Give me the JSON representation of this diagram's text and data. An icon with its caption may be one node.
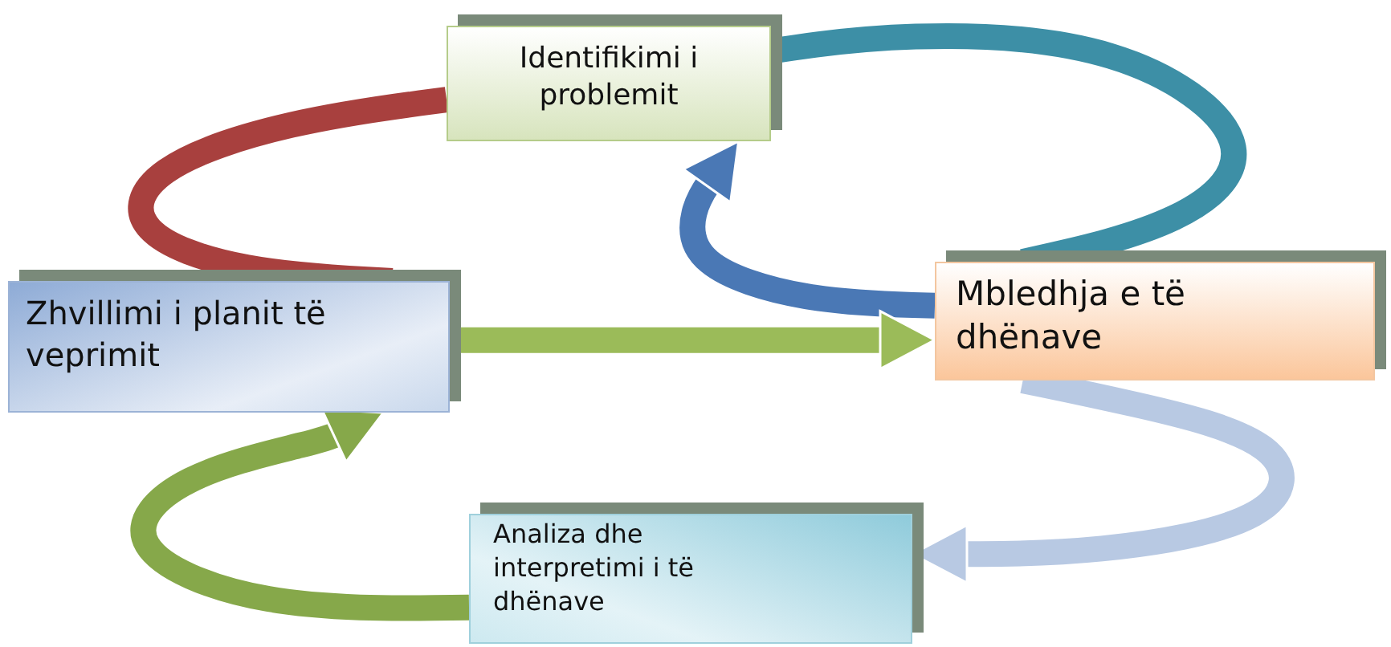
{
  "diagram": {
    "nodes": [
      {
        "text": [
          "Identifikimi  i problemit"
        ]
      },
      {
        "text": [
          "Zhvillimi i planit të veprimit"
        ]
      },
      {
        "text": [
          "Mbledhja e të dhënave"
        ]
      },
      {
        "text": [
          "Analiza dhe interpretimi i të dhënave"
        ]
      }
    ],
    "edges": [
      {
        "from": 0,
        "to": 2,
        "arrow": "none",
        "color": "#3d8fa6"
      },
      {
        "from": 2,
        "to": 0,
        "arrow": "to",
        "color": "#4a78b5"
      },
      {
        "from": 1,
        "to": 2,
        "arrow": "to",
        "color": "#9bbb59"
      },
      {
        "from": 2,
        "to": 3,
        "arrow": "to",
        "color": "#b8c9e3"
      },
      {
        "from": 3,
        "to": 1,
        "arrow": "to",
        "color": "#86a84a"
      },
      {
        "from": 1,
        "to": 0,
        "arrow": "none",
        "color": "#a8403e"
      }
    ]
  }
}
